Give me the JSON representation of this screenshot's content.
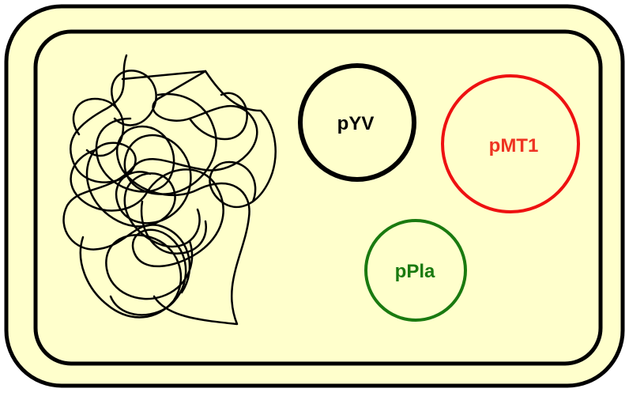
{
  "colors": {
    "cell_fill": "#FFFFCC",
    "outline": "#000000",
    "chromosome": "#000000"
  },
  "chromosome": {
    "icon": "tangled-dna-chromosome-icon"
  },
  "plasmids": [
    {
      "id": "pyv",
      "label": "pYV",
      "color": "#000000"
    },
    {
      "id": "pmt1",
      "label": "pMT1",
      "color": "#EE3322"
    },
    {
      "id": "ppla",
      "label": "pPla",
      "color": "#1A7A10"
    }
  ]
}
